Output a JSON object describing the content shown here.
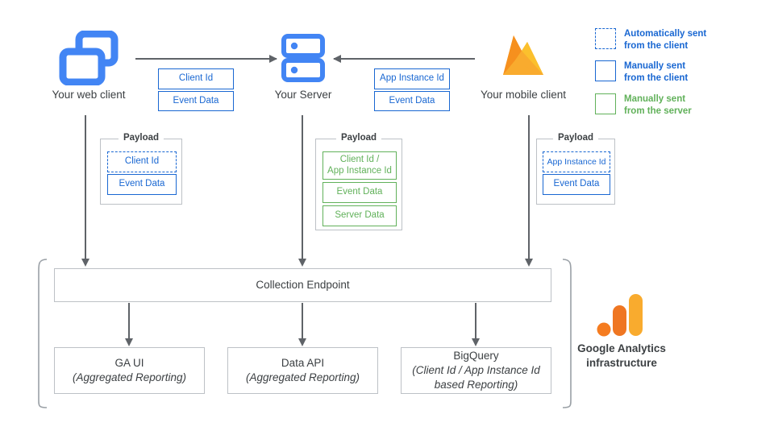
{
  "nodes": {
    "web_client": {
      "label": "Your web client",
      "icon": "windows-icon"
    },
    "server": {
      "label": "Your Server",
      "icon": "server-icon"
    },
    "mobile_client": {
      "label": "Your mobile client",
      "icon": "firebase-flame-icon"
    }
  },
  "transport_labels": {
    "web_to_server": [
      "Client Id",
      "Event Data"
    ],
    "mobile_to_server": [
      "App Instance Id",
      "Event Data"
    ]
  },
  "payloads": {
    "title": "Payload",
    "web": {
      "items": [
        {
          "text": "Client Id",
          "style": "dashed-blue"
        },
        {
          "text": "Event Data",
          "style": "solid-blue"
        }
      ]
    },
    "server": {
      "items": [
        {
          "text": "Client Id /\nApp Instance Id",
          "style": "solid-green"
        },
        {
          "text": "Event Data",
          "style": "solid-green"
        },
        {
          "text": "Server Data",
          "style": "solid-green"
        }
      ]
    },
    "mobile": {
      "items": [
        {
          "text": "App Instance Id",
          "style": "dashed-blue"
        },
        {
          "text": "Event Data",
          "style": "solid-blue"
        }
      ]
    }
  },
  "collection": {
    "label": "Collection Endpoint"
  },
  "outputs": [
    {
      "title": "GA UI",
      "subtitle": "(Aggregated Reporting)"
    },
    {
      "title": "Data API",
      "subtitle": "(Aggregated Reporting)"
    },
    {
      "title": "BigQuery",
      "subtitle": "(Client Id / App Instance Id\nbased Reporting)"
    }
  ],
  "ga_infrastructure": {
    "caption_line1": "Google Analytics",
    "caption_line2": "infrastructure",
    "logo": "google-analytics-logo"
  },
  "legend": [
    {
      "style": "dashed-blue",
      "line1": "Automatically sent",
      "line2": "from the client"
    },
    {
      "style": "solid-blue",
      "line1": "Manually sent",
      "line2": "from the client"
    },
    {
      "style": "solid-green",
      "line1": "Manually sent",
      "line2": "from the server"
    }
  ],
  "colors": {
    "blue": "#1967d2",
    "icon_blue": "#4285f4",
    "green": "#61b15a",
    "grey_line": "#5f6368",
    "grey_border": "#bdc1c6",
    "orange_dot": "#f57c20",
    "orange_bar": "#ef7622",
    "yellow_bar": "#f9ab2e",
    "text": "#3c4043"
  }
}
